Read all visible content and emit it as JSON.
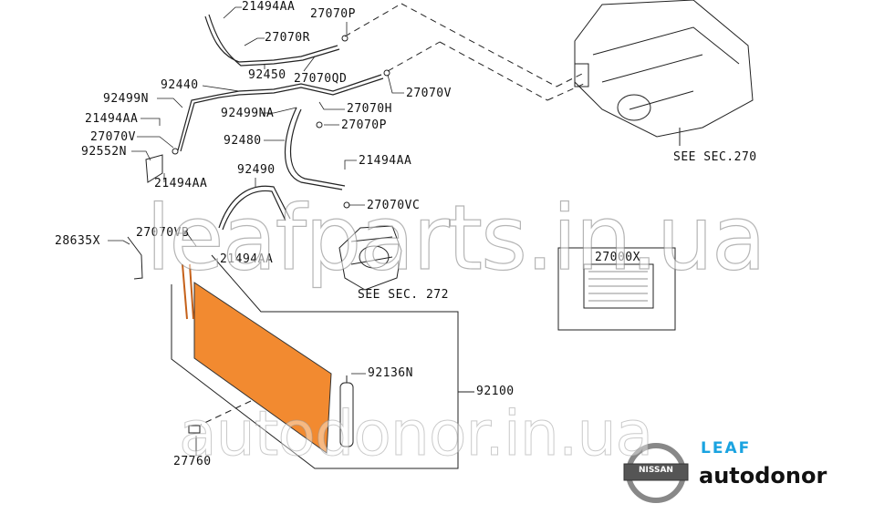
{
  "labels": {
    "l1": "21494AA",
    "l2": "27070P",
    "l3": "27070R",
    "l4": "92450",
    "l5": "27070QD",
    "l6": "92440",
    "l7": "27070V",
    "l8": "92499N",
    "l9": "27070H",
    "l10": "92499NA",
    "l11": "21494AA",
    "l12": "27070P",
    "l13": "27070V",
    "l14": "92480",
    "l15": "92552N",
    "l16": "21494AA",
    "l17": "92490",
    "l18": "21494AA",
    "l19": "27070VC",
    "l20": "28635X",
    "l21": "27070VB",
    "l22": "21494AA",
    "l23": "SEE SEC.270",
    "l24": "SEE SEC. 272",
    "l25": "27000X",
    "l26": "92136N",
    "l27": "92100",
    "l28": "27760"
  },
  "watermarks": {
    "top": "leafparts.in.ua",
    "bottom": "autodonor.in.ua"
  },
  "branding": {
    "leaf": "LEAF",
    "autodonor": "autodonor",
    "nissan": "NISSAN"
  },
  "colors": {
    "condenser": "#f28a30",
    "leaf": "#1aa3e0"
  }
}
